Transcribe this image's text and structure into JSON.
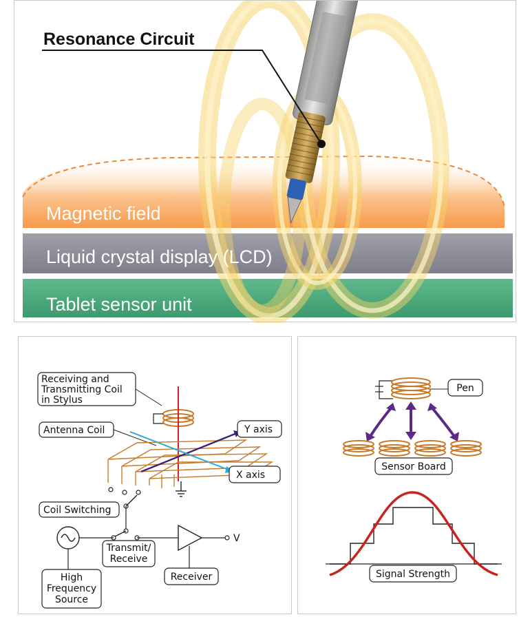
{
  "top": {
    "resonance_label": "Resonance Circuit",
    "magnetic_label": "Magnetic field",
    "lcd_label": "Liquid crystal display (LCD)",
    "sensor_label": "Tablet sensor unit",
    "colors": {
      "magnetic": "#f7a45a",
      "lcd": "#8d8d98",
      "sensor": "#46a77a",
      "glow": "#f6d36b"
    }
  },
  "left": {
    "coil_label_line1": "Receiving and",
    "coil_label_line2": "Transmitting Coil",
    "coil_label_line3": "in Stylus",
    "antenna_label": "Antenna Coil",
    "y_axis_label": "Y axis",
    "x_axis_label": "X axis",
    "switching_label": "Coil Switching",
    "transmit_line1": "Transmit/",
    "transmit_line2": "Receive",
    "receiver_label": "Receiver",
    "output_label": "V",
    "source_line1": "High",
    "source_line2": "Frequency",
    "source_line3": "Source"
  },
  "right": {
    "pen_label": "Pen",
    "board_label": "Sensor Board",
    "signal_label": "Signal Strength"
  }
}
